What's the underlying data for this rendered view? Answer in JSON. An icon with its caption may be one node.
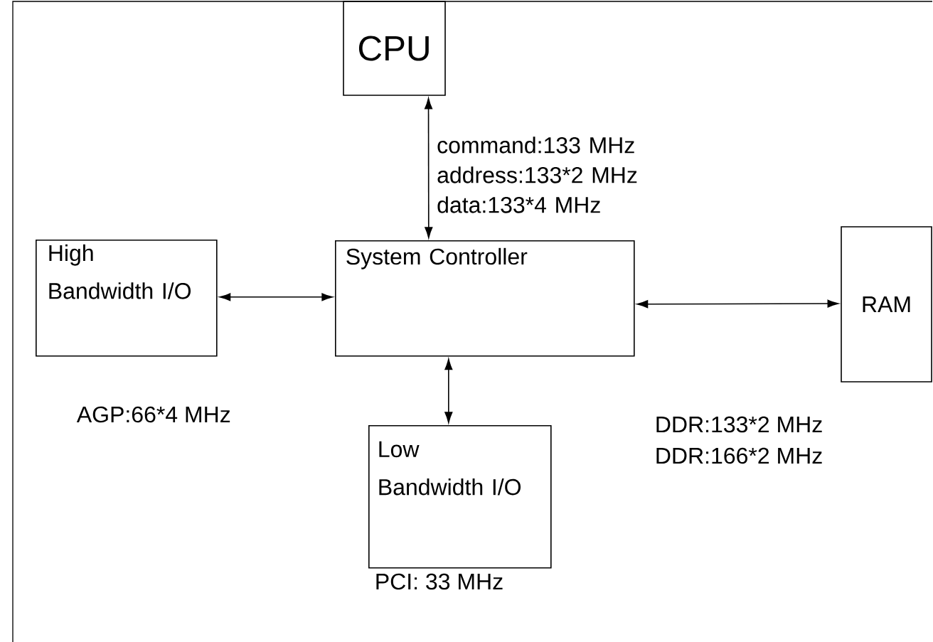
{
  "diagram": {
    "nodes": [
      {
        "text": [
          "CPU"
        ]
      },
      {
        "text": [
          "High Bandwidth I/O"
        ],
        "beside": [
          "AGP:66*4 MHz"
        ]
      },
      {
        "text": [
          "System Controller"
        ]
      },
      {
        "text": [
          "RAM"
        ],
        "beside": [
          "DDR:133*2 MHz",
          "DDR:166*2 MHz"
        ]
      },
      {
        "text": [
          "Low Bandwidth I/O"
        ],
        "beside": [
          "PCI: 33 MHz"
        ]
      }
    ],
    "edges": [
      {
        "from": 0,
        "to": 2,
        "arrow": "both",
        "label": "command:133 MHz address:133*2 MHz data:133*4 MHz"
      },
      {
        "from": 1,
        "to": 2,
        "arrow": "both"
      },
      {
        "from": 2,
        "to": 3,
        "arrow": "both"
      },
      {
        "from": 2,
        "to": 4,
        "arrow": "both"
      }
    ]
  }
}
